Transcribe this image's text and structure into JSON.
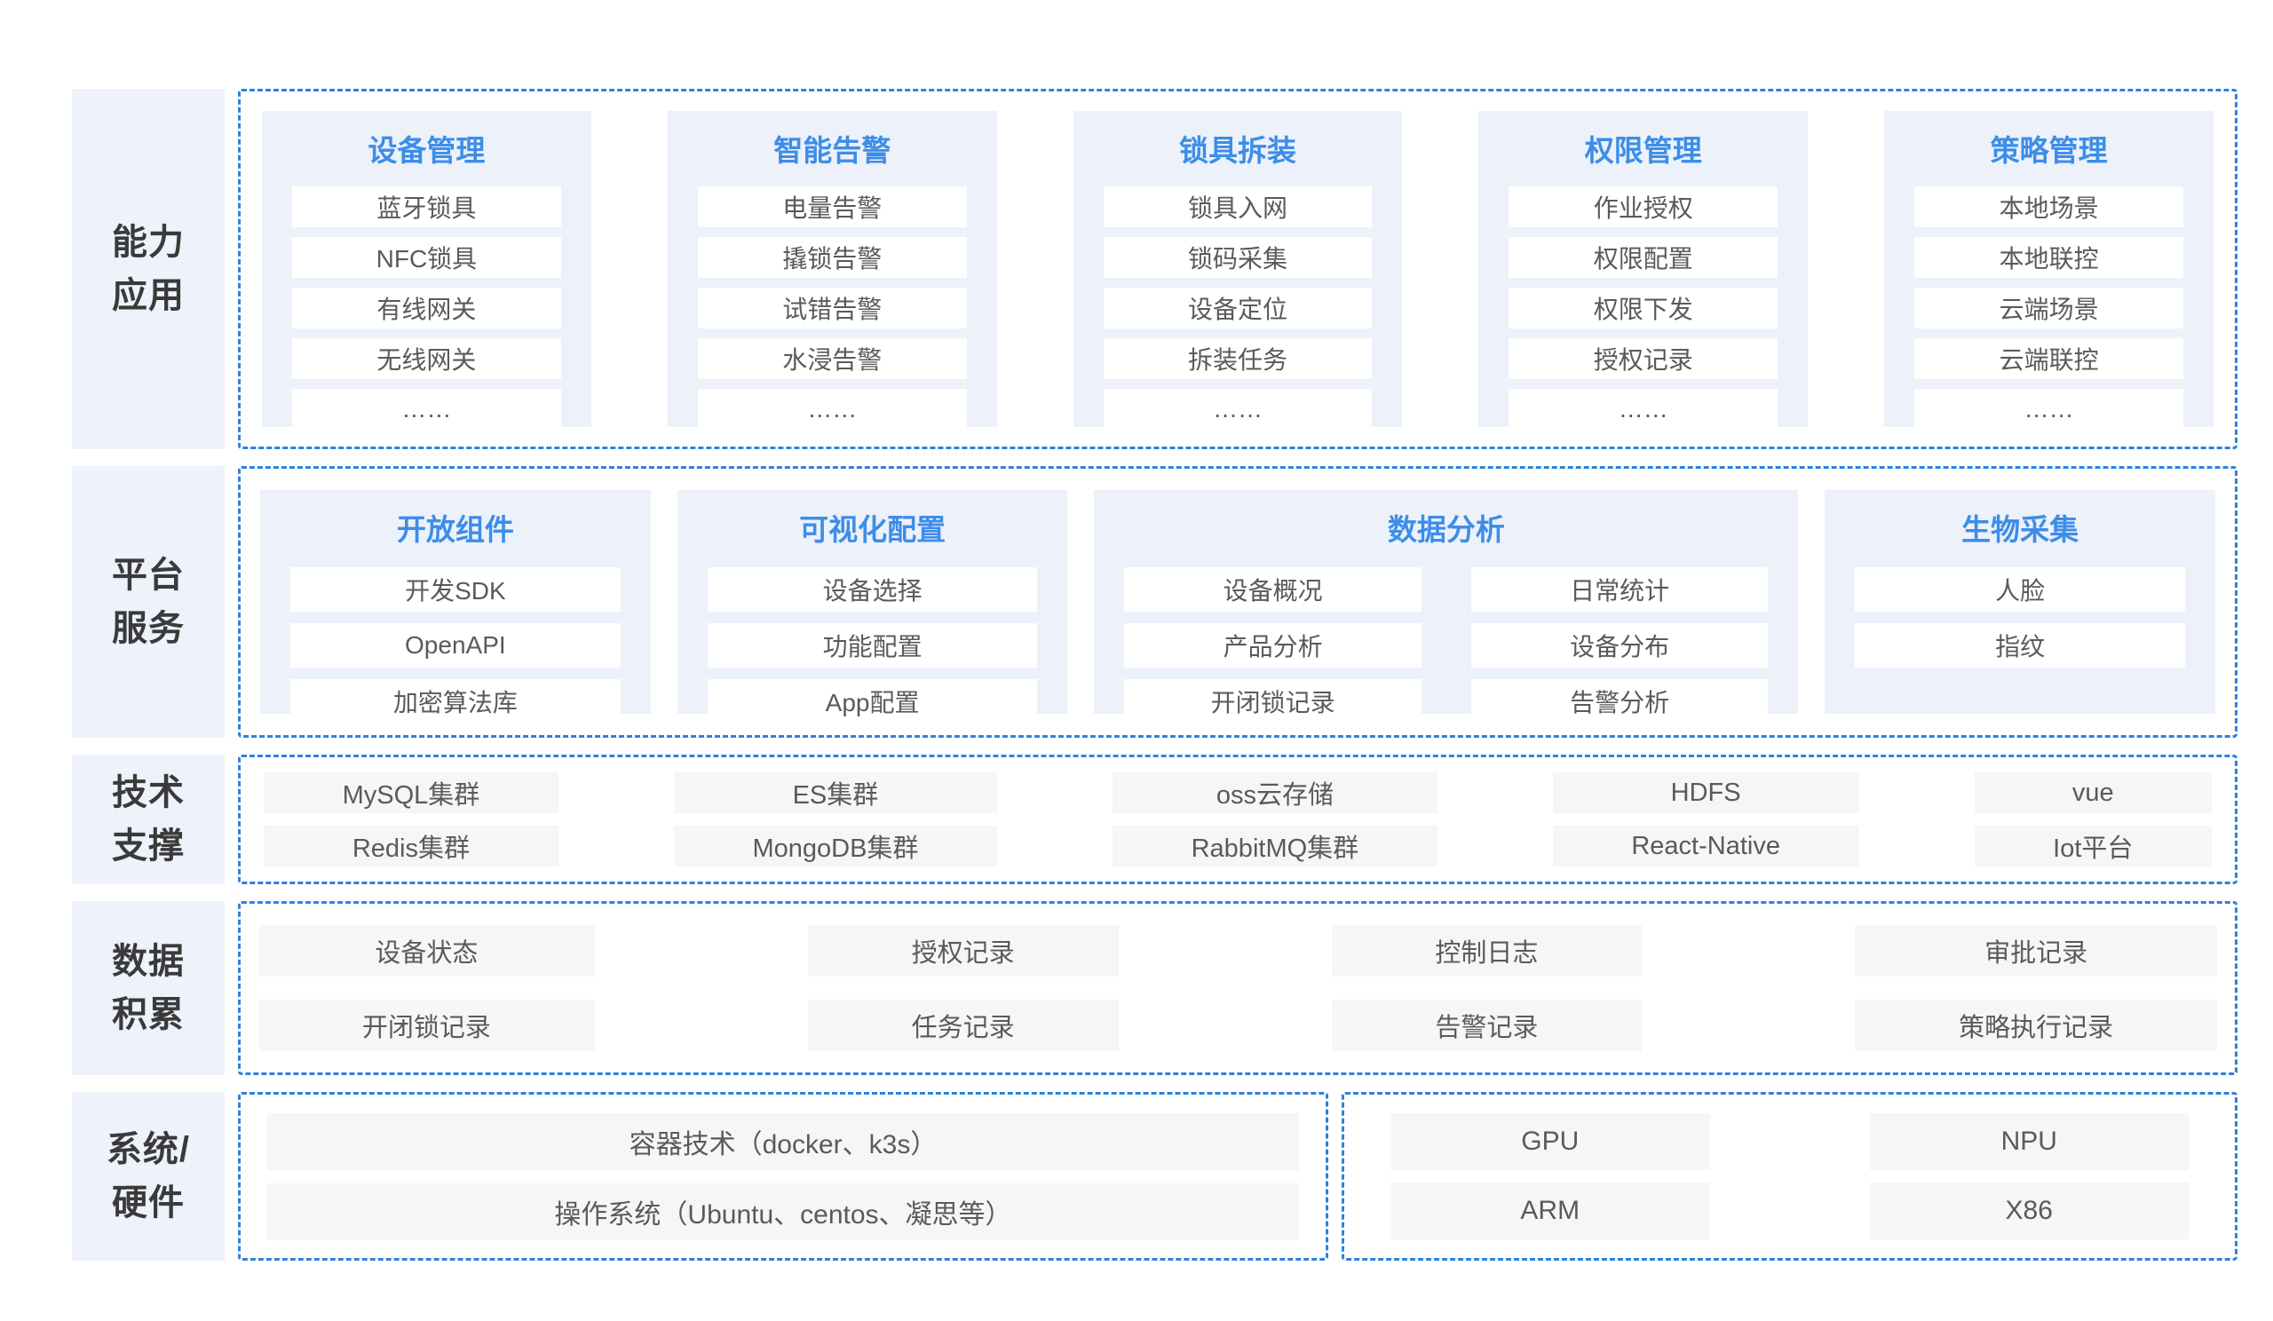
{
  "diagram": {
    "colors": {
      "accent_blue": "#3d8de8",
      "dash_border": "#2e82dd",
      "group_panel_bg": "#ecf1fa",
      "row_label_bg": "#eef2fb",
      "pill_gray_bg": "#f5f6f7",
      "item_text": "#5a5a5a"
    },
    "layers": [
      {
        "id": "capability",
        "label_lines": [
          "能力",
          "应用"
        ],
        "type": "groups",
        "groups": [
          {
            "title": "设备管理",
            "items": [
              "蓝牙锁具",
              "NFC锁具",
              "有线网关",
              "无线网关",
              "……"
            ]
          },
          {
            "title": "智能告警",
            "items": [
              "电量告警",
              "撬锁告警",
              "试错告警",
              "水浸告警",
              "……"
            ]
          },
          {
            "title": "锁具拆装",
            "items": [
              "锁具入网",
              "锁码采集",
              "设备定位",
              "拆装任务",
              "……"
            ]
          },
          {
            "title": "权限管理",
            "items": [
              "作业授权",
              "权限配置",
              "权限下发",
              "授权记录",
              "……"
            ]
          },
          {
            "title": "策略管理",
            "items": [
              "本地场景",
              "本地联控",
              "云端场景",
              "云端联控",
              "……"
            ]
          }
        ]
      },
      {
        "id": "platform",
        "label_lines": [
          "平台",
          "服务"
        ],
        "type": "groups",
        "groups": [
          {
            "title": "开放组件",
            "items": [
              "开发SDK",
              "OpenAPI",
              "加密算法库"
            ]
          },
          {
            "title": "可视化配置",
            "items": [
              "设备选择",
              "功能配置",
              "App配置"
            ]
          },
          {
            "title": "数据分析",
            "wide": true,
            "columns": [
              [
                "设备概况",
                "产品分析",
                "开闭锁记录"
              ],
              [
                "日常统计",
                "设备分布",
                "告警分析"
              ]
            ]
          },
          {
            "title": "生物采集",
            "items": [
              "人脸",
              "指纹"
            ]
          }
        ]
      },
      {
        "id": "tech-support",
        "label_lines": [
          "技术",
          "支撑"
        ],
        "type": "grid",
        "columns": [
          [
            "MySQL集群",
            "Redis集群"
          ],
          [
            "ES集群",
            "MongoDB集群"
          ],
          [
            "oss云存储",
            "RabbitMQ集群"
          ],
          [
            "HDFS",
            "React-Native"
          ],
          [
            "vue",
            "Iot平台"
          ]
        ]
      },
      {
        "id": "data-accumulation",
        "label_lines": [
          "数据",
          "积累"
        ],
        "type": "grid",
        "columns": [
          [
            "设备状态",
            "开闭锁记录"
          ],
          [
            "授权记录",
            "任务记录"
          ],
          [
            "控制日志",
            "告警记录"
          ],
          [
            "审批记录",
            "策略执行记录"
          ]
        ]
      },
      {
        "id": "system-hardware",
        "label_lines": [
          "系统/",
          "硬件"
        ],
        "type": "split",
        "left_bars": [
          "容器技术（docker、k3s）",
          "操作系统（Ubuntu、centos、凝思等）"
        ],
        "right_columns": [
          [
            "GPU",
            "ARM"
          ],
          [
            "NPU",
            "X86"
          ]
        ]
      }
    ]
  }
}
